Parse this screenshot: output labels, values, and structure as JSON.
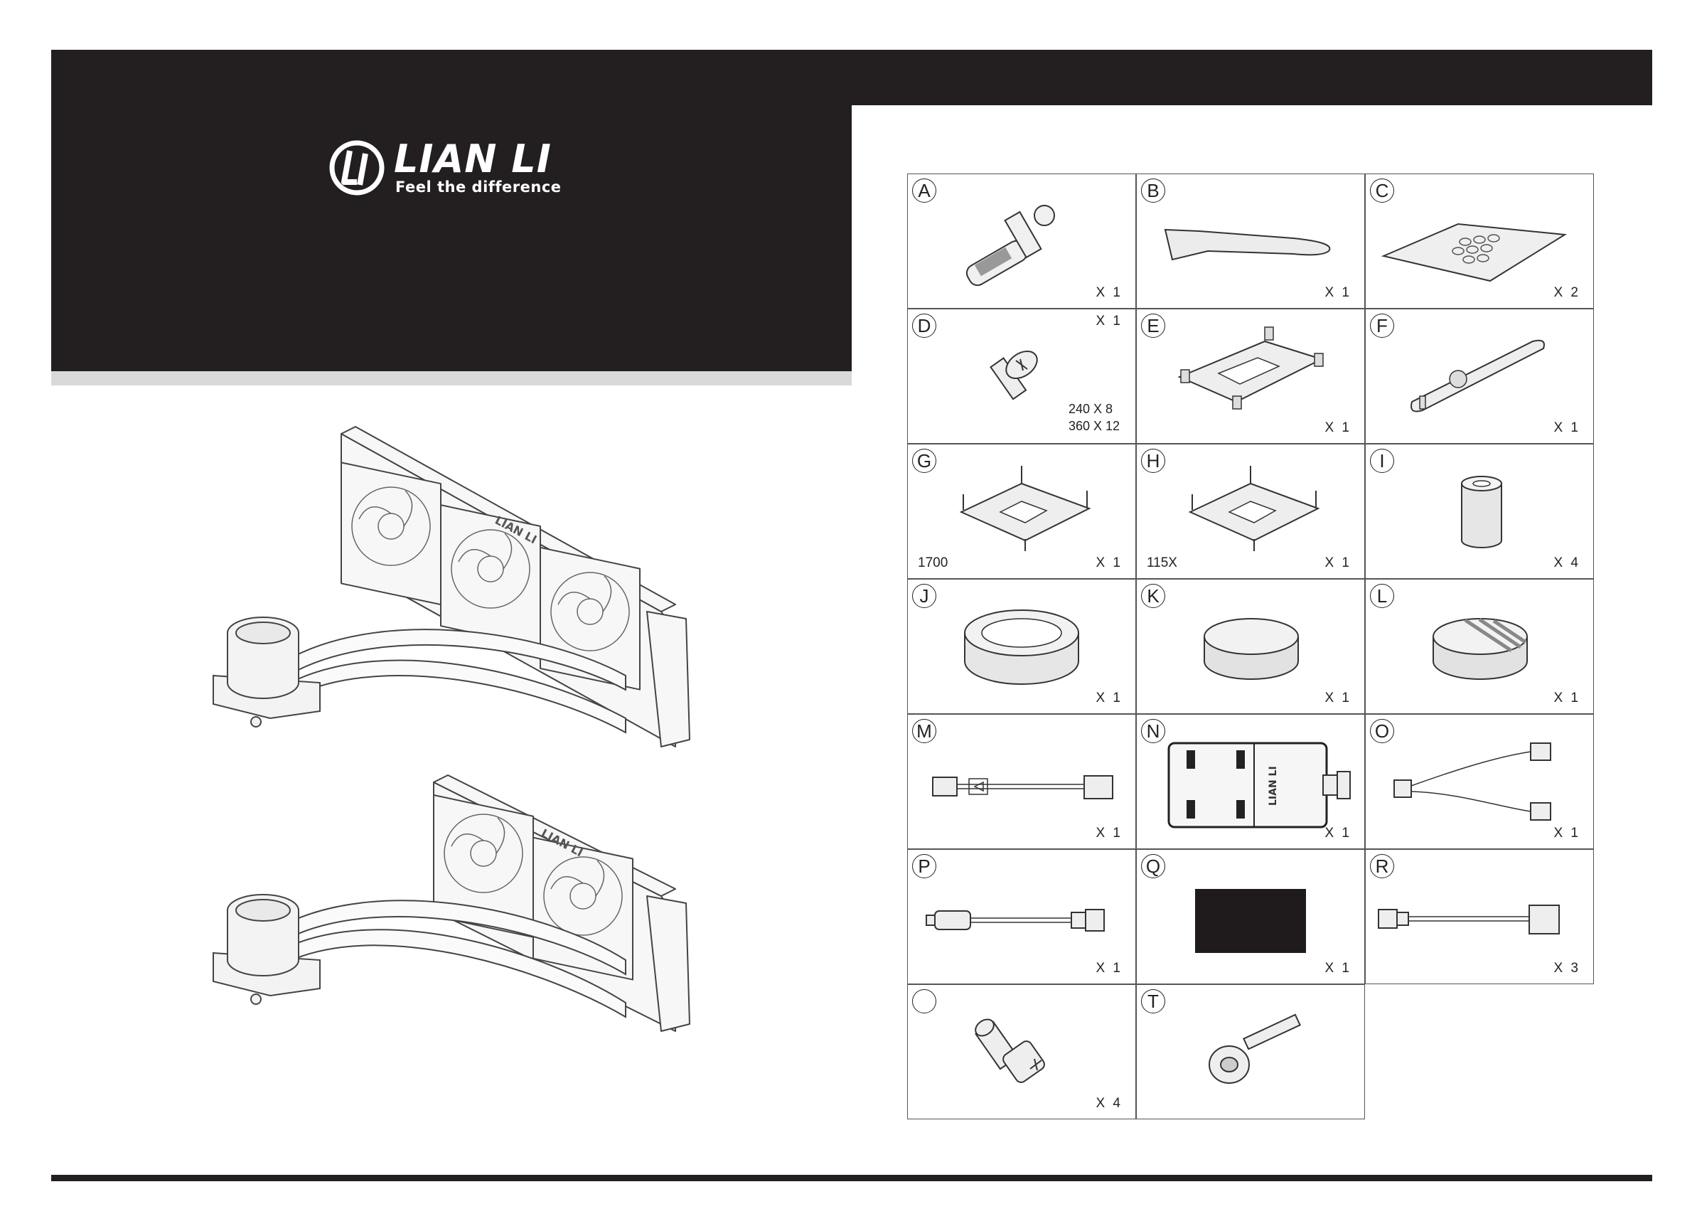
{
  "brand": {
    "name": "LIAN LI",
    "tagline": "Feel the difference"
  },
  "accessories": [
    {
      "letter": "A",
      "qty": "X 1",
      "icon": "thermal-paste-syringe-icon"
    },
    {
      "letter": "B",
      "qty": "X 1",
      "icon": "paste-spatula-icon"
    },
    {
      "letter": "C",
      "qty": "X 2",
      "icon": "cleaning-wipe-icon"
    },
    {
      "letter": "D",
      "qty": "X 1",
      "icon": "fan-screw-icon",
      "size_line1": "240 X 8",
      "size_line2": "360 X 12"
    },
    {
      "letter": "E",
      "qty": "X 1",
      "icon": "amd-mounting-bracket-icon"
    },
    {
      "letter": "F",
      "qty": "X 1",
      "icon": "screwdriver-plate-icon"
    },
    {
      "letter": "G",
      "qty": "X 1",
      "icon": "intel-backplate-1700-icon",
      "note": "1700"
    },
    {
      "letter": "H",
      "qty": "X 1",
      "icon": "intel-backplate-115x-icon",
      "note": "115X"
    },
    {
      "letter": "I",
      "qty": "X 4",
      "icon": "standoff-spacer-icon"
    },
    {
      "letter": "J",
      "qty": "X 1",
      "icon": "pump-ring-icon"
    },
    {
      "letter": "K",
      "qty": "X 1",
      "icon": "pump-cap-icon"
    },
    {
      "letter": "L",
      "qty": "X 1",
      "icon": "pump-cap-striped-icon"
    },
    {
      "letter": "M",
      "qty": "X 1",
      "icon": "argb-cable-icon"
    },
    {
      "letter": "N",
      "qty": "X 1",
      "icon": "controller-hub-icon"
    },
    {
      "letter": "O",
      "qty": "X 1",
      "icon": "splitter-cable-icon"
    },
    {
      "letter": "P",
      "qty": "X 1",
      "icon": "usb-cable-icon"
    },
    {
      "letter": "Q",
      "qty": "X 1",
      "icon": "black-pad-icon"
    },
    {
      "letter": "R",
      "qty": "X 3",
      "icon": "fan-cable-icon"
    },
    {
      "letter": "",
      "qty": "X 4",
      "icon": "thumbscrew-icon"
    },
    {
      "letter": "T",
      "qty": "",
      "icon": "long-screw-icon"
    }
  ]
}
